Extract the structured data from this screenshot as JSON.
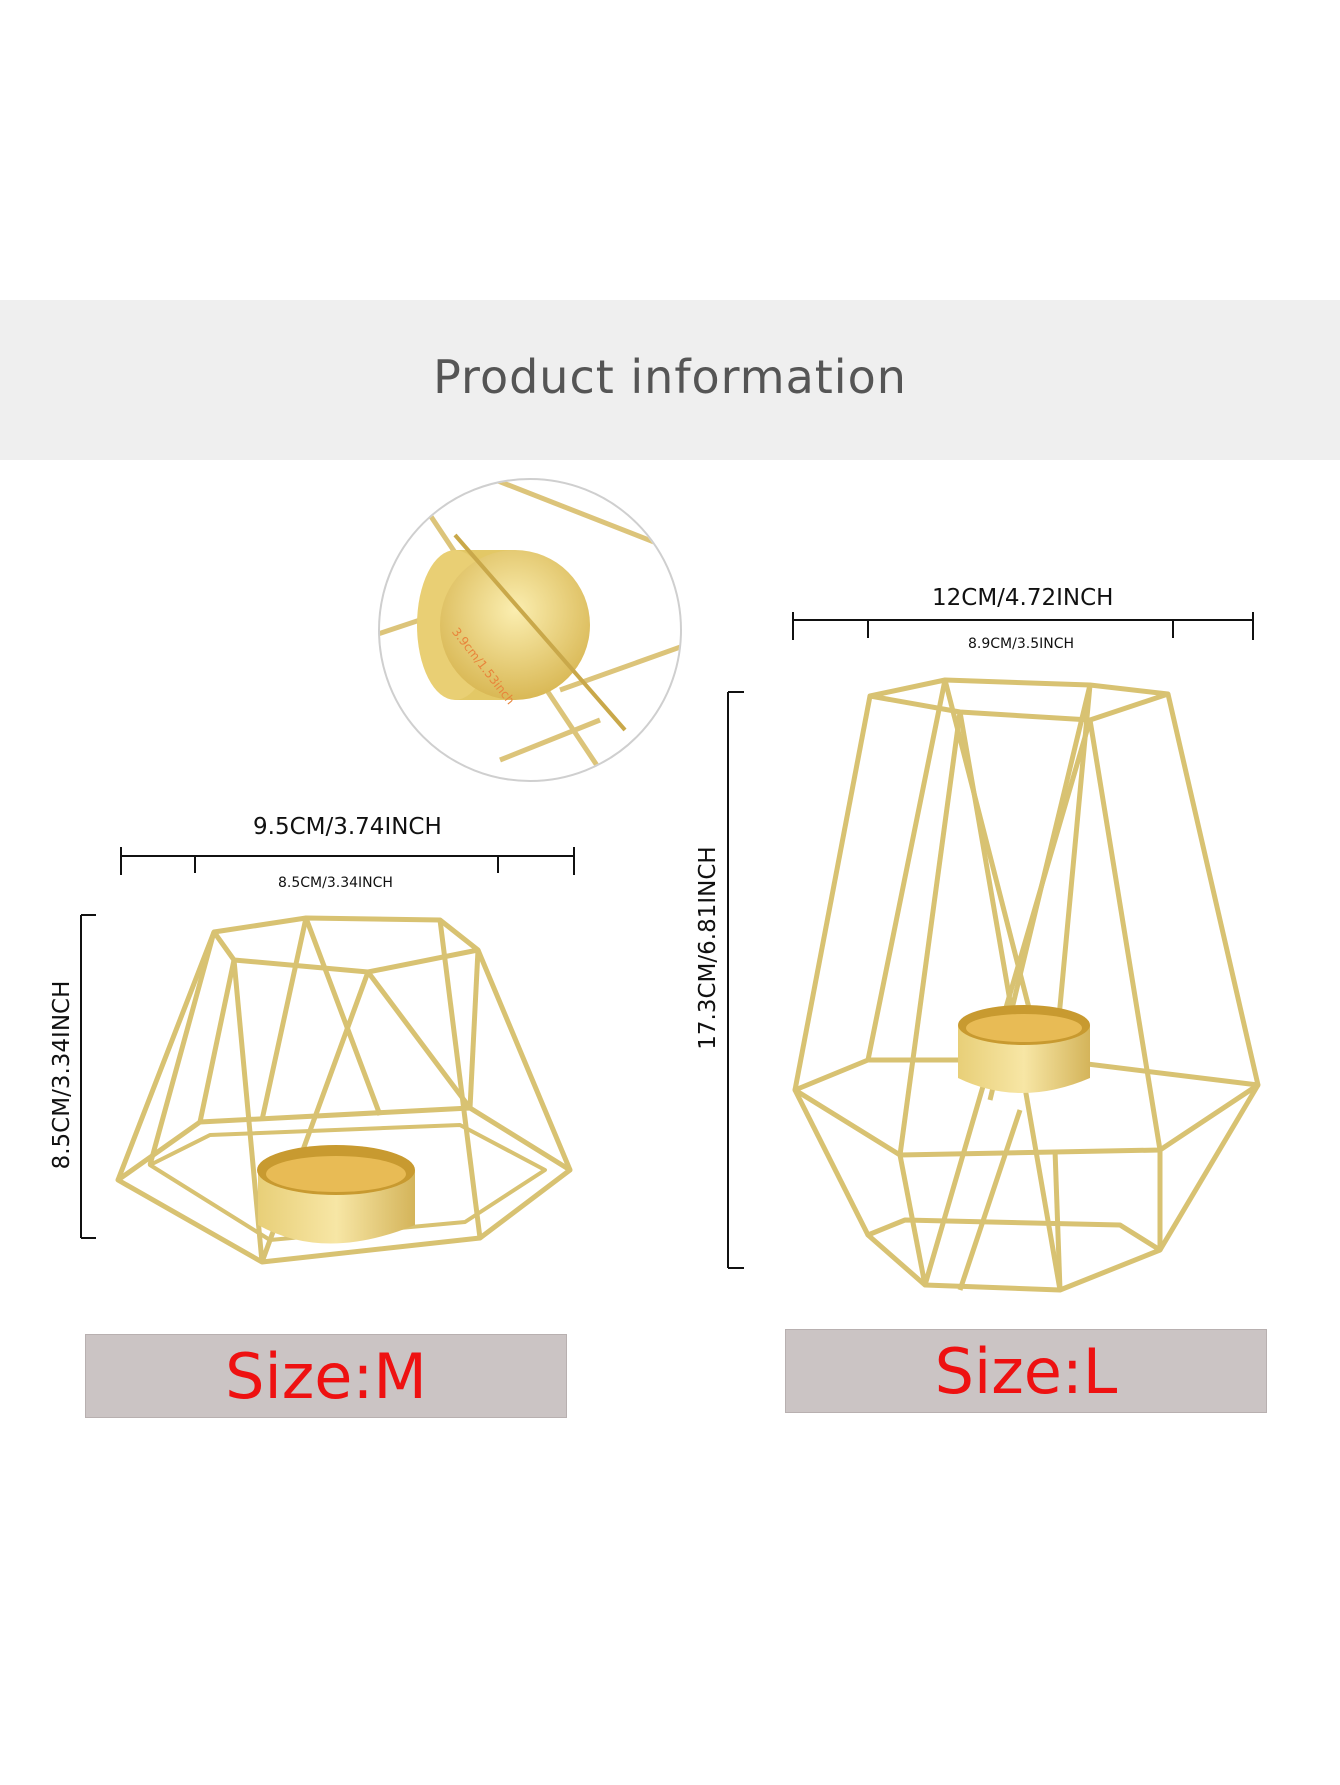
{
  "header": {
    "title": "Product information"
  },
  "detail": {
    "diameter_label": "3.9cm/1.53inch"
  },
  "medium": {
    "outer_width": "9.5CM/3.74INCH",
    "inner_width": "8.5CM/3.34INCH",
    "height": "8.5CM/3.34INCH",
    "size_label": "Size:M"
  },
  "large": {
    "outer_width": "12CM/4.72INCH",
    "inner_width": "8.9CM/3.5INCH",
    "height": "17.3CM/6.81INCH",
    "size_label": "Size:L"
  },
  "colors": {
    "gold": "#d9c77a",
    "gold_light": "#f1e3a6",
    "label_red": "#ee1111",
    "label_box": "#cbc4c4",
    "header_band": "#efefef",
    "detail_text": "#e8843a"
  },
  "icons": [
    "zoom-detail-circle",
    "geometric-tealight-holder-medium",
    "geometric-tealight-holder-large",
    "tealight-cup"
  ]
}
